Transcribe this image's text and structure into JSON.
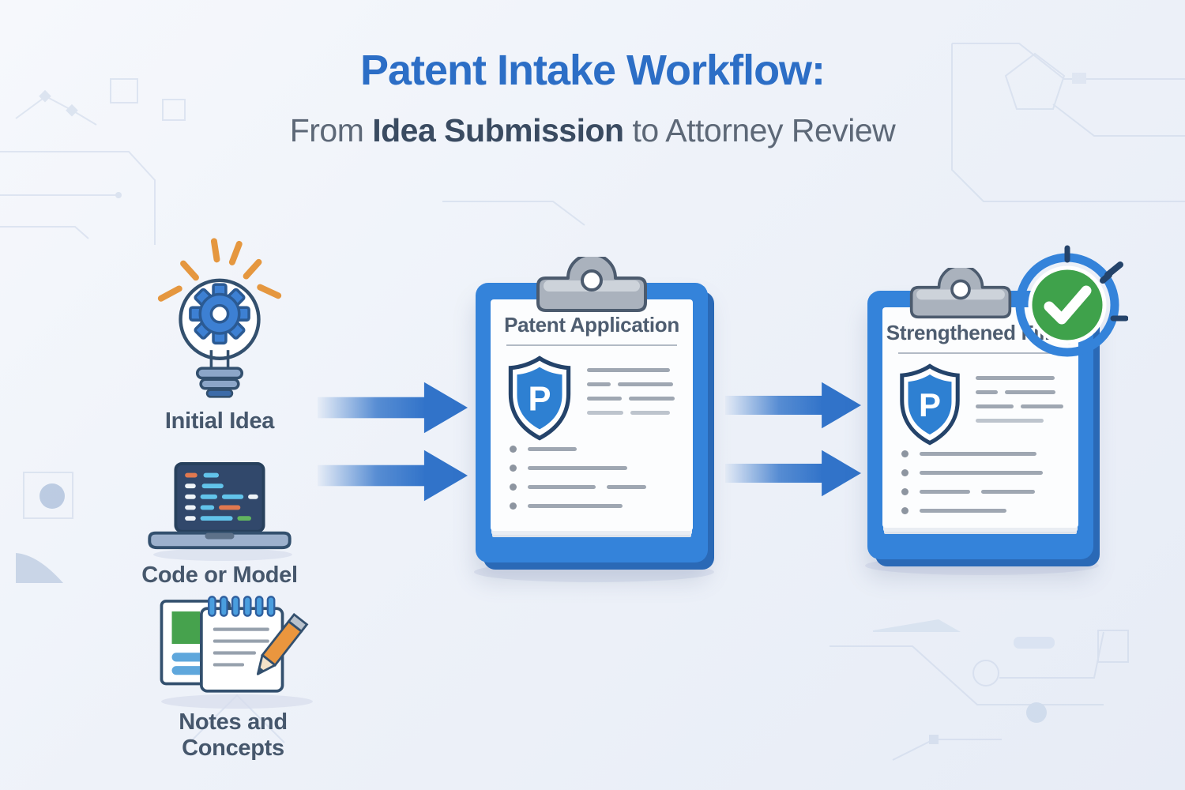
{
  "header": {
    "title": "Patent Intake Workflow:",
    "subtitle": {
      "prefix": "From ",
      "emphasis": "Idea Submission",
      "suffix": " to Attorney Review"
    }
  },
  "sources": [
    {
      "label": "Initial Idea",
      "icon": "lightbulb-gear-icon"
    },
    {
      "label": "Code or Model",
      "icon": "laptop-code-icon"
    },
    {
      "label": "Notes and Concepts",
      "icon": "notepad-pencil-icon"
    }
  ],
  "stages": [
    {
      "title": "Patent Application",
      "shield_letter": "P"
    },
    {
      "title": "Strengthened Filing",
      "shield_letter": "P",
      "badge": "approved-check-badge"
    }
  ],
  "colors": {
    "title_blue": "#2c6ec6",
    "arrow_blue": "#3173c9",
    "clipboard_blue": "#3483da",
    "shield_blue": "#2e80d2",
    "success_green": "#3fa24b",
    "pencil_orange": "#e8933c",
    "ray_orange": "#e5973f",
    "label_slate": "#46576c"
  }
}
